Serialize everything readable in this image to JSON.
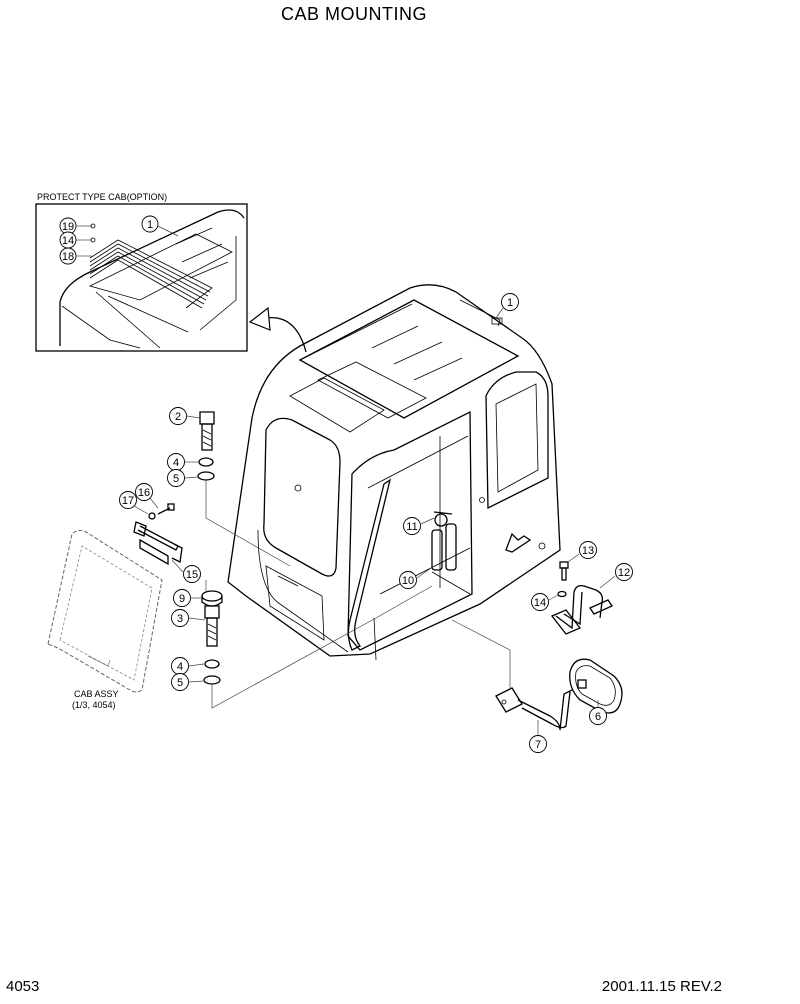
{
  "title": "CAB MOUNTING",
  "footer": {
    "page": "4053",
    "date_rev": "2001.11.15  REV.2"
  },
  "inset": {
    "title": "PROTECT TYPE CAB(OPTION)",
    "callouts": [
      "19",
      "14",
      "18",
      "1"
    ]
  },
  "cab_assy": {
    "line1": "CAB ASSY",
    "line2": "(1/3, 4054)"
  },
  "callouts": {
    "c1": "1",
    "c2": "2",
    "c3": "3",
    "c4a": "4",
    "c4b": "4",
    "c5a": "5",
    "c5b": "5",
    "c6": "6",
    "c7": "7",
    "c9": "9",
    "c10": "10",
    "c11": "11",
    "c12": "12",
    "c13": "13",
    "c14": "14",
    "c15": "15",
    "c16": "16",
    "c17": "17"
  }
}
